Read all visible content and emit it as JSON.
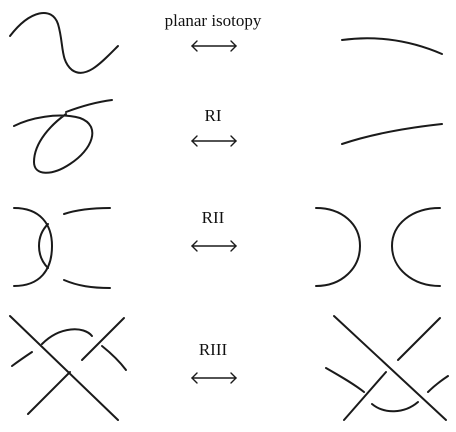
{
  "moves": [
    {
      "label": "planar isotopy"
    },
    {
      "label": "RI"
    },
    {
      "label": "RII"
    },
    {
      "label": "RIII"
    }
  ],
  "colors": {
    "stroke": "#1a1a1a",
    "background": "#ffffff"
  },
  "icons": {
    "equivalence": "double-headed-arrow-icon"
  }
}
